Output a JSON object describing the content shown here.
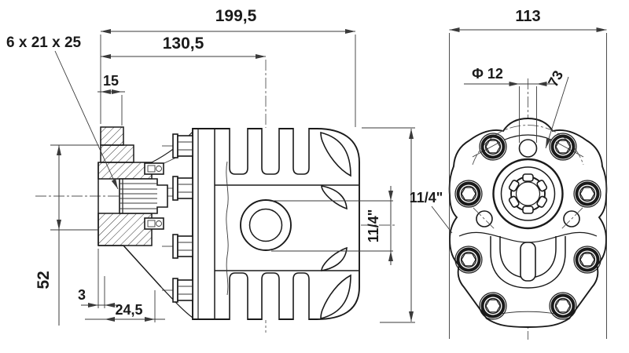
{
  "title": "Hydraulic gear pump technical drawing, side section and front view",
  "colors": {
    "line": "#1a1a1a",
    "dimension": "#3a3a3a",
    "background": "#ffffff"
  },
  "side_view": {
    "dim_total_length": "199,5",
    "dim_to_port_center": "130,5",
    "dim_tab_width": "15",
    "label_spline": "6 x 21 x 25",
    "dim_flange_height": "52",
    "dim_step": "3",
    "dim_pilot_depth": "24,5",
    "dim_port": "11/4\""
  },
  "front_view": {
    "dim_width": "113",
    "dim_hole": "Φ 12",
    "dim_bolt_circle": "73",
    "label_port": "11/4\""
  }
}
